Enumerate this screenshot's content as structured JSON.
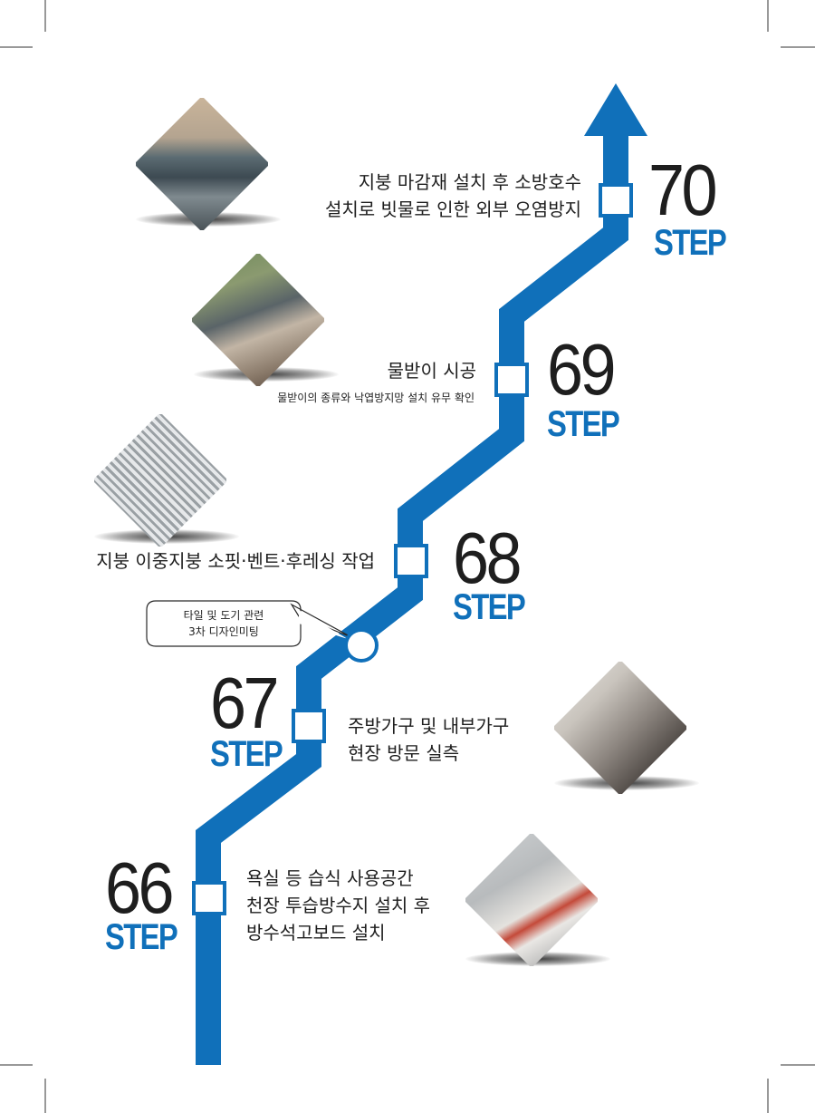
{
  "steps": [
    {
      "number": "66",
      "word": "STEP",
      "lines": [
        "욕실 등 습식 사용공간",
        "천장 투습방수지 설치 후",
        "방수석고보드 설치"
      ]
    },
    {
      "number": "67",
      "word": "STEP",
      "lines": [
        "주방가구 및 내부가구",
        "현장 방문 실측"
      ]
    },
    {
      "number": "68",
      "word": "STEP",
      "lines": [
        "지붕 이중지붕 소핏·벤트·후레싱 작업"
      ]
    },
    {
      "number": "69",
      "word": "STEP",
      "title": "물받이 시공",
      "subtitle": "물받이의 종류와 낙엽방지망 설치 유무 확인"
    },
    {
      "number": "70",
      "word": "STEP",
      "lines": [
        "지붕 마감재 설치 후 소방호수",
        "설치로 빗물로 인한 외부 오염방지"
      ]
    }
  ],
  "callout": {
    "lines": [
      "타일 및 도기 관련",
      "3차 디자인미팅"
    ]
  },
  "colors": {
    "path": "#1070ba",
    "step_word": "#1070ba",
    "text": "#1e1e1e"
  },
  "photos": [
    "roof-metal-panel-photo",
    "gutter-install-photo",
    "soffit-vent-photo",
    "kitchen-measure-photo",
    "waterproof-board-photo"
  ]
}
